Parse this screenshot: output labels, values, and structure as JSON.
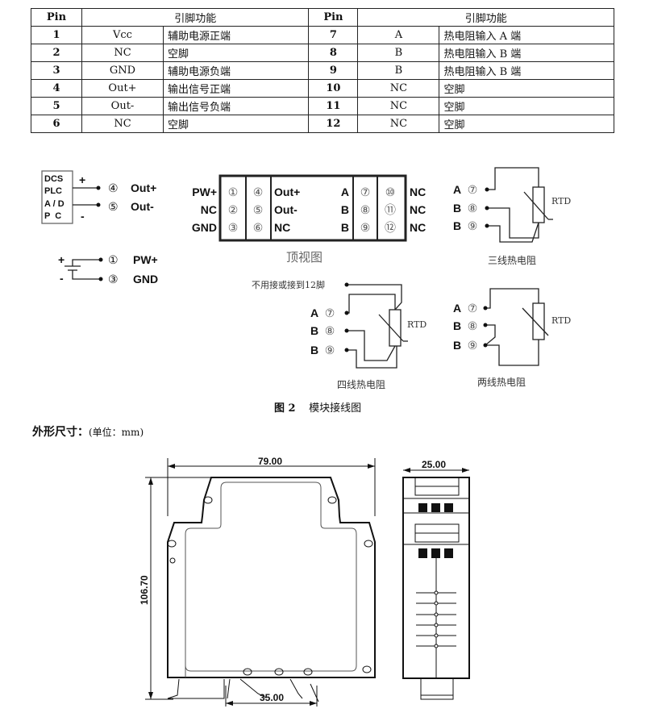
{
  "table": {
    "headers": [
      "Pin",
      "引脚功能",
      "Pin",
      "引脚功能"
    ],
    "rows": [
      {
        "pin_l": "1",
        "code_l": "Vcc",
        "func_l": "辅助电源正端",
        "pin_r": "7",
        "code_r": "A",
        "func_r": "热电阻输入 A 端"
      },
      {
        "pin_l": "2",
        "code_l": "NC",
        "func_l": "空脚",
        "pin_r": "8",
        "code_r": "B",
        "func_r": "热电阻输入 B 端"
      },
      {
        "pin_l": "3",
        "code_l": "GND",
        "func_l": "辅助电源负端",
        "pin_r": "9",
        "code_r": "B",
        "func_r": "热电阻输入 B 端"
      },
      {
        "pin_l": "4",
        "code_l": "Out+",
        "func_l": "输出信号正端",
        "pin_r": "10",
        "code_r": "NC",
        "func_r": "空脚"
      },
      {
        "pin_l": "5",
        "code_l": "Out-",
        "func_l": "输出信号负端",
        "pin_r": "11",
        "code_r": "NC",
        "func_r": "空脚"
      },
      {
        "pin_l": "6",
        "code_l": "NC",
        "func_l": "空脚",
        "pin_r": "12",
        "code_r": "NC",
        "func_r": "空脚"
      }
    ]
  },
  "wiring": {
    "dcs_box": [
      "DCS",
      "PLC",
      "A / D",
      "P  C"
    ],
    "plus": "+",
    "minus": "-",
    "out_pins": [
      {
        "num": "④",
        "label": "Out+"
      },
      {
        "num": "⑤",
        "label": "Out-"
      }
    ],
    "power_pins": [
      {
        "num": "①",
        "label": "PW+"
      },
      {
        "num": "③",
        "label": "GND"
      }
    ],
    "top_view": {
      "left_labels": [
        "PW+",
        "NC",
        "GND"
      ],
      "col1": [
        "①",
        "②",
        "③"
      ],
      "col2": [
        "④",
        "⑤",
        "⑥"
      ],
      "mid_labels": [
        "Out+",
        "Out-",
        "NC"
      ],
      "ab_labels": [
        "A",
        "B",
        "B"
      ],
      "col3": [
        "⑦",
        "⑧",
        "⑨"
      ],
      "col4": [
        "⑩",
        "⑪",
        "⑫"
      ],
      "right_labels": [
        "NC",
        "NC",
        "NC"
      ],
      "title": "顶视图"
    },
    "rtd_inputs": [
      {
        "label": "A",
        "num": "⑦"
      },
      {
        "label": "B",
        "num": "⑧"
      },
      {
        "label": "B",
        "num": "⑨"
      }
    ],
    "rtd_label": "RTD",
    "three_wire": "三线热电阻",
    "four_wire": "四线热电阻",
    "four_wire_note": "不用接或接到12脚",
    "two_wire": "两线热电阻"
  },
  "caption": {
    "fig": "图 2",
    "text": "模块接线图"
  },
  "dimensions": {
    "heading": "外形尺寸：",
    "unit": "(单位：mm)",
    "width": "79.00",
    "height": "106.70",
    "rail": "35.00",
    "depth": "25.00"
  }
}
